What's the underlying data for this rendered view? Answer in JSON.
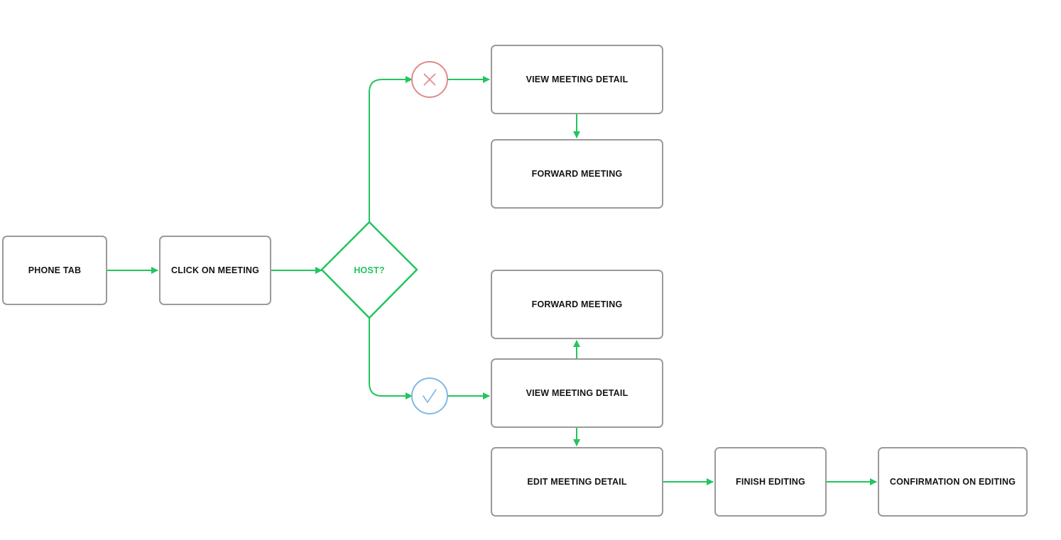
{
  "nodes": {
    "phone_tab": "PHONE TAB",
    "click_on_meeting": "CLICK ON MEETING",
    "host_decision": "HOST?",
    "no_view_meeting_detail": "VIEW MEETING DETAIL",
    "no_forward_meeting": "FORWARD MEETING",
    "yes_forward_meeting": "FORWARD MEETING",
    "yes_view_meeting_detail": "VIEW MEETING DETAIL",
    "edit_meeting_detail": "EDIT MEETING DETAIL",
    "finish_editing": "FINISH EDITING",
    "confirmation_on_editing": "CONFIRMATION ON EDITING"
  },
  "branches": {
    "no": {
      "icon": "cross-icon",
      "color": "#e08a8a"
    },
    "yes": {
      "icon": "check-icon",
      "color": "#7fb8e6"
    }
  },
  "colors": {
    "connector": "#22c55e",
    "node_border": "#9a9a9a",
    "node_text": "#141414"
  }
}
